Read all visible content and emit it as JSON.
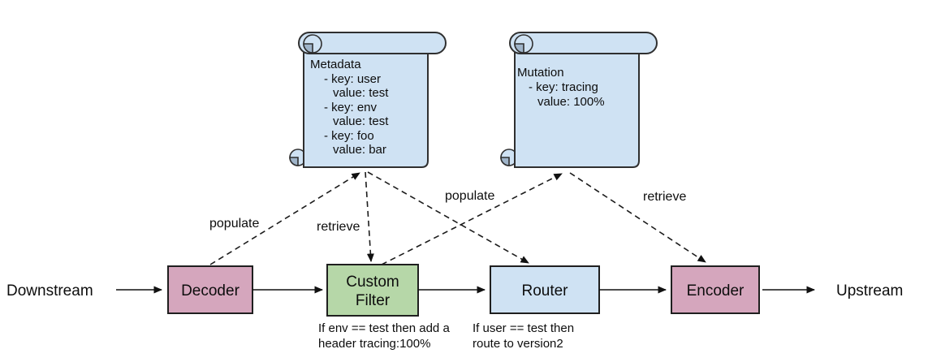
{
  "diagram": {
    "endpoints": {
      "left": "Downstream",
      "right": "Upstream"
    },
    "nodes": {
      "decoder": {
        "label": "Decoder",
        "fill": "#d5a6bd"
      },
      "custom_filter": {
        "line1": "Custom",
        "line2": "Filter",
        "fill": "#b6d7a8",
        "caption1": "If env == test then add a",
        "caption2": "header tracing:100%"
      },
      "router": {
        "label": "Router",
        "fill": "#cfe2f3",
        "caption1": "If user == test then",
        "caption2": "route to version2"
      },
      "encoder": {
        "label": "Encoder",
        "fill": "#d5a6bd"
      }
    },
    "scrolls": {
      "metadata": {
        "title": "Metadata",
        "fill": "#cfe2f3",
        "roll_fill": "#9fb4c9",
        "lines": [
          "- key: user",
          "value: test",
          "- key: env",
          "value: test",
          "- key: foo",
          "value: bar"
        ]
      },
      "mutation": {
        "title": "Mutation",
        "fill": "#cfe2f3",
        "roll_fill": "#9fb4c9",
        "lines": [
          "- key: tracing",
          "value: 100%"
        ]
      }
    },
    "edge_labels": {
      "populate_metadata": "populate",
      "retrieve_metadata": "retrieve",
      "populate_mutation": "populate",
      "retrieve_mutation": "retrieve"
    }
  }
}
